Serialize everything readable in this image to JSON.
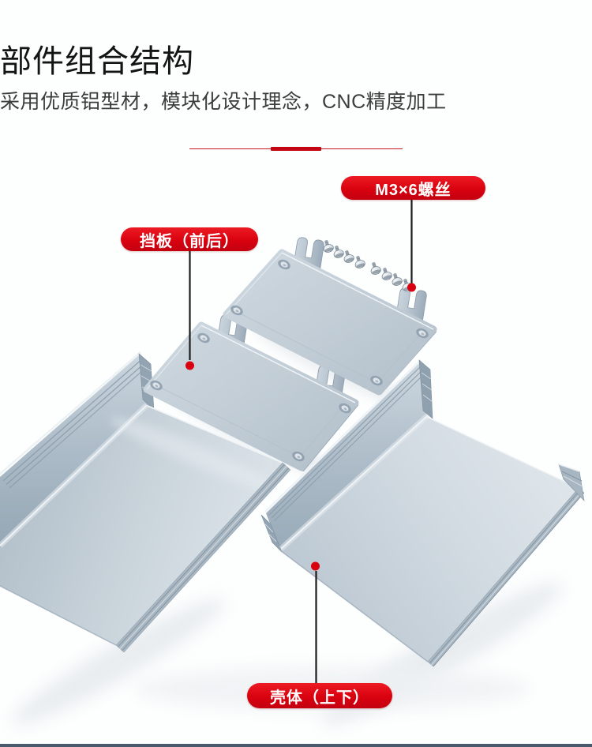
{
  "header": {
    "title": "部件组合结构",
    "subtitle": "采用优质铝型材，模块化设计理念，CNC精度加工",
    "divider_color": "#c30613"
  },
  "callouts": [
    {
      "id": "screws",
      "label": "M3×6螺丝",
      "target_part": "screw-set"
    },
    {
      "id": "baffle",
      "label": "挡板（前后）",
      "target_part": "baffle-plates"
    },
    {
      "id": "shell",
      "label": "壳体（上下）",
      "target_part": "shell-halves"
    }
  ],
  "callout_style": {
    "bg": "#d9020f",
    "text_color": "#ffffff",
    "line_color": "#1c1c1c",
    "dot_color": "#d9000f"
  },
  "illustration": {
    "screw_count": 8,
    "metal_colors": {
      "light": "#e2e9ee",
      "mid": "#c3ced7",
      "dark": "#93a4b2"
    },
    "footer_bar_color": "#485a6c"
  }
}
